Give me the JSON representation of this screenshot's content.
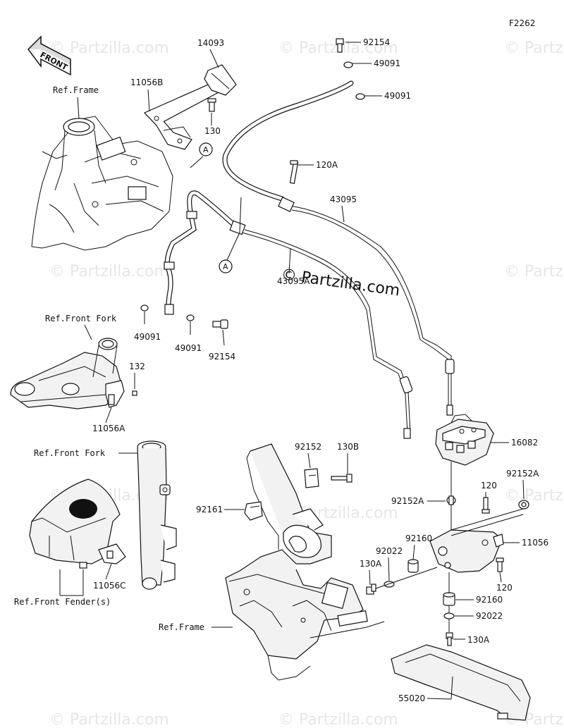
{
  "figure_code": "F2262",
  "watermark": "© Partzilla.com",
  "front_badge": "FRONT",
  "callout_marker": "A",
  "part_labels": {
    "p14093": "14093",
    "p11056B": "11056B",
    "p130": "130",
    "p92154_top": "92154",
    "p49091_top1": "49091",
    "p49091_top2": "49091",
    "p120A": "120A",
    "p43095": "43095",
    "p43095A": "43095A",
    "p49091_l1": "49091",
    "p49091_l2": "49091",
    "p92154_l": "92154",
    "p132": "132",
    "p11056A": "11056A",
    "p16082": "16082",
    "p92152": "92152",
    "p130B": "130B",
    "p92161": "92161",
    "p120_top": "120",
    "p92152A_r": "92152A",
    "p92152A_l": "92152A",
    "p11056": "11056",
    "p92160_top": "92160",
    "p92022_top": "92022",
    "p130A_l": "130A",
    "p120_bot": "120",
    "p92160_bot": "92160",
    "p92022_bot": "92022",
    "p130A_bot": "130A",
    "p55020": "55020",
    "p11056C": "11056C"
  },
  "ref_labels": {
    "frame_top": "Ref.Frame",
    "front_fork_1": "Ref.Front Fork",
    "front_fork_2": "Ref.Front Fork",
    "front_fender": "Ref.Front Fender(s)",
    "frame_bottom": "Ref.Frame"
  }
}
